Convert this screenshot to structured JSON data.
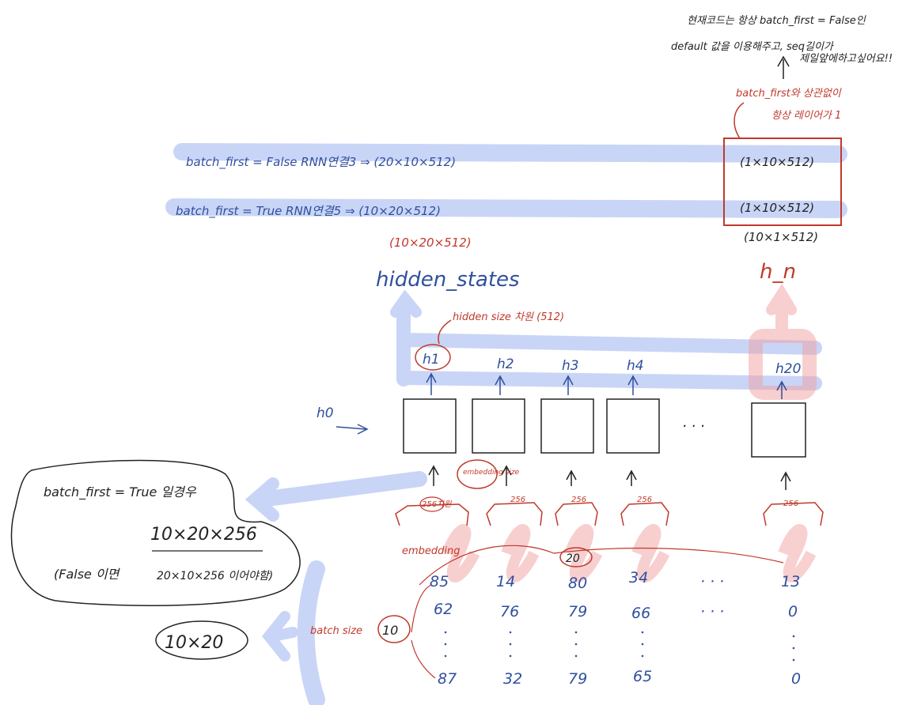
{
  "annotations": {
    "top_note_line1": "현재코드는 항상 batch_first = False인",
    "top_note_line2": "default 값을 이용해주고, seq길이가",
    "top_note_line3": "제일앞에하고싶어요!!",
    "box_note_line1": "batch_first와 상관없이",
    "box_note_line2": "항상 레이어가 1",
    "row_false": "batch_first = False  RNN연결3 ⇒ (20×10×512)",
    "row_true": "batch_first = True  RNN연결5 ⇒ (10×20×512)",
    "hn_false": "(1×10×512)",
    "hn_true": "(1×10×512)",
    "hn_under": "(10×1×512)",
    "hidden_shape": "(10×20×512)",
    "hidden_states": "hidden_states",
    "h_n": "h_n",
    "hidden_size_note": "hidden size 차원 (512)",
    "h0": "h0",
    "h1": "h1",
    "h2": "h2",
    "h3": "h3",
    "h4": "h4",
    "h20": "h20",
    "dots": "· · ·",
    "embedding_size": "embedding size",
    "dim256_first": "256차원",
    "dim256": "256",
    "embedding": "embedding",
    "batch_size": "batch size",
    "twenty_label": "20",
    "ten_label": "10",
    "bubble_line1": "batch_first = True 일경우",
    "bubble_line2": "10×20×256",
    "bubble_line3": "(False 이면",
    "bubble_line4": "20×10×256 이어야함)",
    "bubble_small": "10×20"
  },
  "grid": {
    "row1": [
      "85",
      "14",
      "80",
      "34",
      "13"
    ],
    "row2": [
      "62",
      "76",
      "79",
      "66",
      "0"
    ],
    "row_last": [
      "87",
      "32",
      "79",
      "65",
      "0"
    ],
    "dots": "· · ·"
  },
  "colors": {
    "blue_highlight": "#9db3ef",
    "red_highlight": "#f2a1a1",
    "ink_blue": "#2f4f9f",
    "ink_red": "#c0392b",
    "ink_dark": "#222222"
  }
}
